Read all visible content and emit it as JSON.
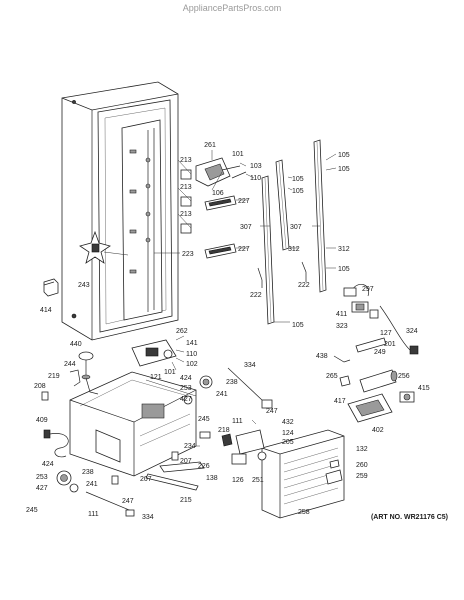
{
  "watermark": "AppliancePartsPros.com",
  "art_number": "(ART NO. WR21176 C5)",
  "callouts": [
    "261",
    "101",
    "103",
    "106",
    "110",
    "105",
    "105",
    "105",
    "105",
    "213",
    "213",
    "213",
    "227",
    "227",
    "307",
    "307",
    "312",
    "312",
    "105",
    "222",
    "222",
    "105",
    "223",
    "243",
    "414",
    "262",
    "141",
    "110",
    "102",
    "101",
    "334",
    "440",
    "244",
    "219",
    "121",
    "208",
    "409",
    "424",
    "253",
    "427",
    "238",
    "241",
    "245",
    "297",
    "411",
    "323",
    "127",
    "249",
    "201",
    "324",
    "438",
    "265",
    "256",
    "417",
    "415",
    "402",
    "111",
    "432",
    "124",
    "205",
    "247",
    "218",
    "234",
    "207",
    "226",
    "138",
    "424",
    "238",
    "253",
    "241",
    "427",
    "207",
    "215",
    "247",
    "245",
    "111",
    "334",
    "126",
    "251",
    "258",
    "132",
    "260",
    "259"
  ]
}
